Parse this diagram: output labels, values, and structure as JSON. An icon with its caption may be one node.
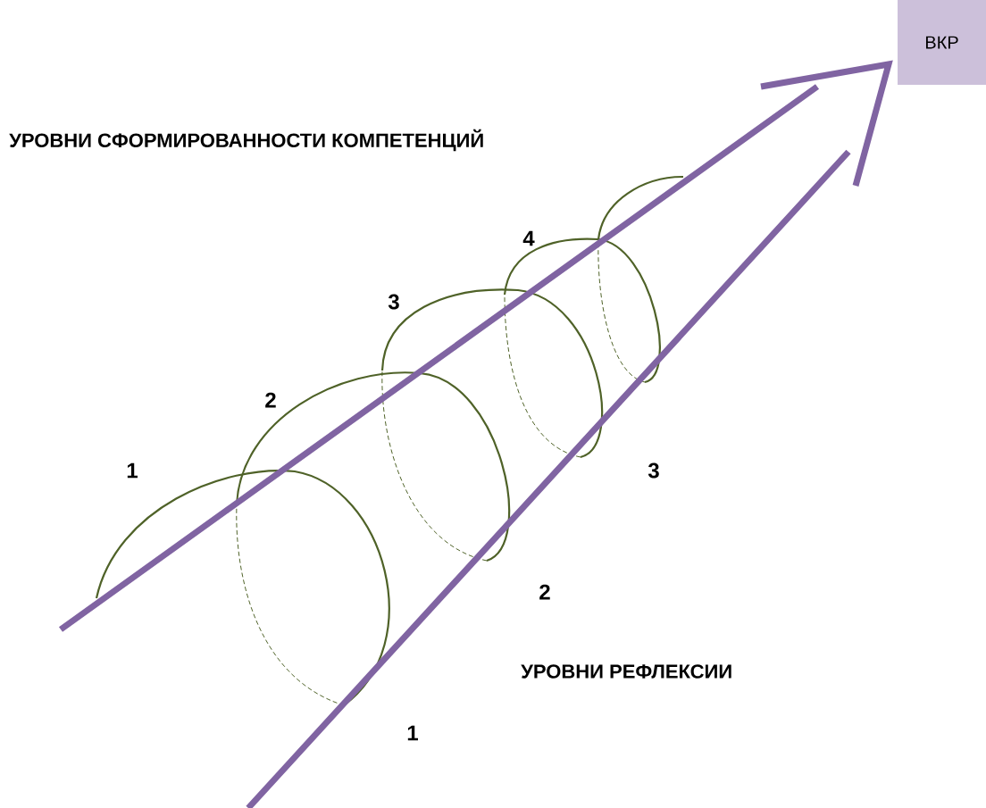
{
  "diagram": {
    "nodes": [
      {
        "text": [
          "ВКР"
        ]
      }
    ],
    "labels": [
      "УРОВНИ СФОРМИРОВАННОСТИ КОМПЕТЕНЦИЙ",
      "4",
      "3",
      "2",
      "1",
      "3",
      "2",
      "УРОВНИ РЕФЛЕКСИИ",
      "1"
    ]
  }
}
